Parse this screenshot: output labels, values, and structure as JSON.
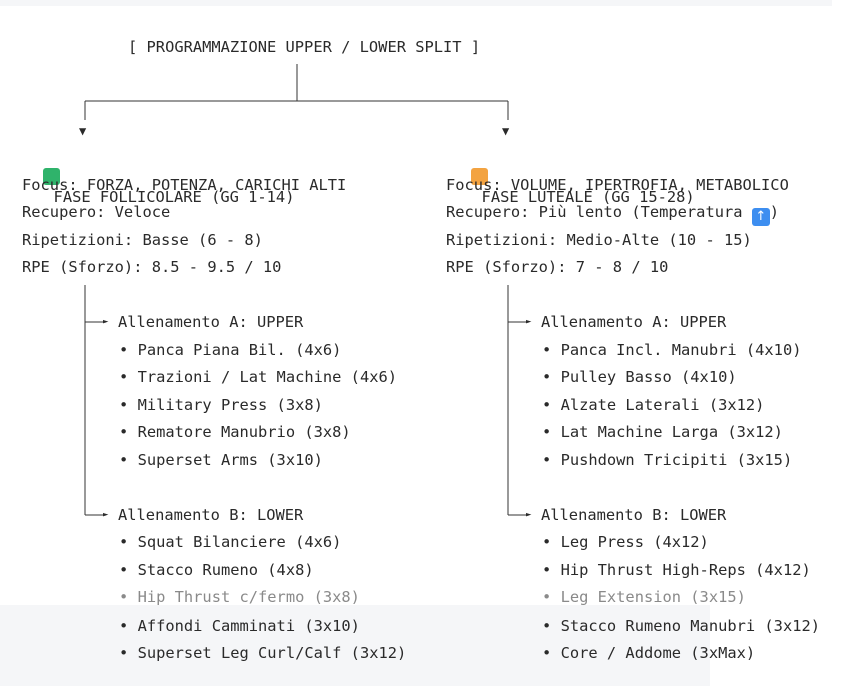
{
  "title": "[ PROGRAMMAZIONE UPPER / LOWER SPLIT ]",
  "colors": {
    "follicolare": "#2fb36b",
    "luteale": "#f3a341",
    "temperature_icon": "#3d8ef0"
  },
  "left": {
    "icon": "green-square",
    "header": "FASE FOLLICOLARE (GG 1-14)",
    "focus": "Focus: FORZA, POTENZA, CARICHI ALTI",
    "recupero": "Recupero: Veloce",
    "ripetizioni": "Ripetizioni: Basse (6 - 8)",
    "rpe": "RPE (Sforzo): 8.5 - 9.5 / 10",
    "workout_a": {
      "title": "Allenamento A: UPPER",
      "items": [
        "Panca Piana Bil. (4x6)",
        "Trazioni / Lat Machine (4x6)",
        "Military Press (3x8)",
        "Rematore Manubrio (3x8)",
        "Superset Arms (3x10)"
      ]
    },
    "workout_b": {
      "title": "Allenamento B: LOWER",
      "items": [
        "Squat Bilanciere (4x6)",
        "Stacco Rumeno (4x8)",
        "Hip Thrust c/fermo (3x8)",
        "Affondi Camminati (3x10)",
        "Superset Leg Curl/Calf (3x12)"
      ]
    }
  },
  "right": {
    "icon": "orange-square",
    "header": "FASE LUTEALE (GG 15-28)",
    "focus": "Focus: VOLUME, IPERTROFIA, METABOLICO",
    "recupero": "Recupero: Più lento (Temperatura",
    "recupero_icon": "up-arrow-icon",
    "recupero_end": ")",
    "ripetizioni": "Ripetizioni: Medio-Alte (10 - 15)",
    "rpe": "RPE (Sforzo): 7 - 8 / 10",
    "workout_a": {
      "title": "Allenamento A: UPPER",
      "items": [
        "Panca Incl. Manubri (4x10)",
        "Pulley Basso (4x10)",
        "Alzate Laterali (3x12)",
        "Lat Machine Larga (3x12)",
        "Pushdown Tricipiti (3x15)"
      ]
    },
    "workout_b": {
      "title": "Allenamento B: LOWER",
      "items": [
        "Leg Press (4x12)",
        "Hip Thrust High-Reps (4x12)",
        "Leg Extension (3x15)",
        "Stacco Rumeno Manubri (3x12)",
        "Core / Addome (3xMax)"
      ]
    }
  },
  "bullet": "•",
  "arrow_down": "▼",
  "arrow_right": "►"
}
